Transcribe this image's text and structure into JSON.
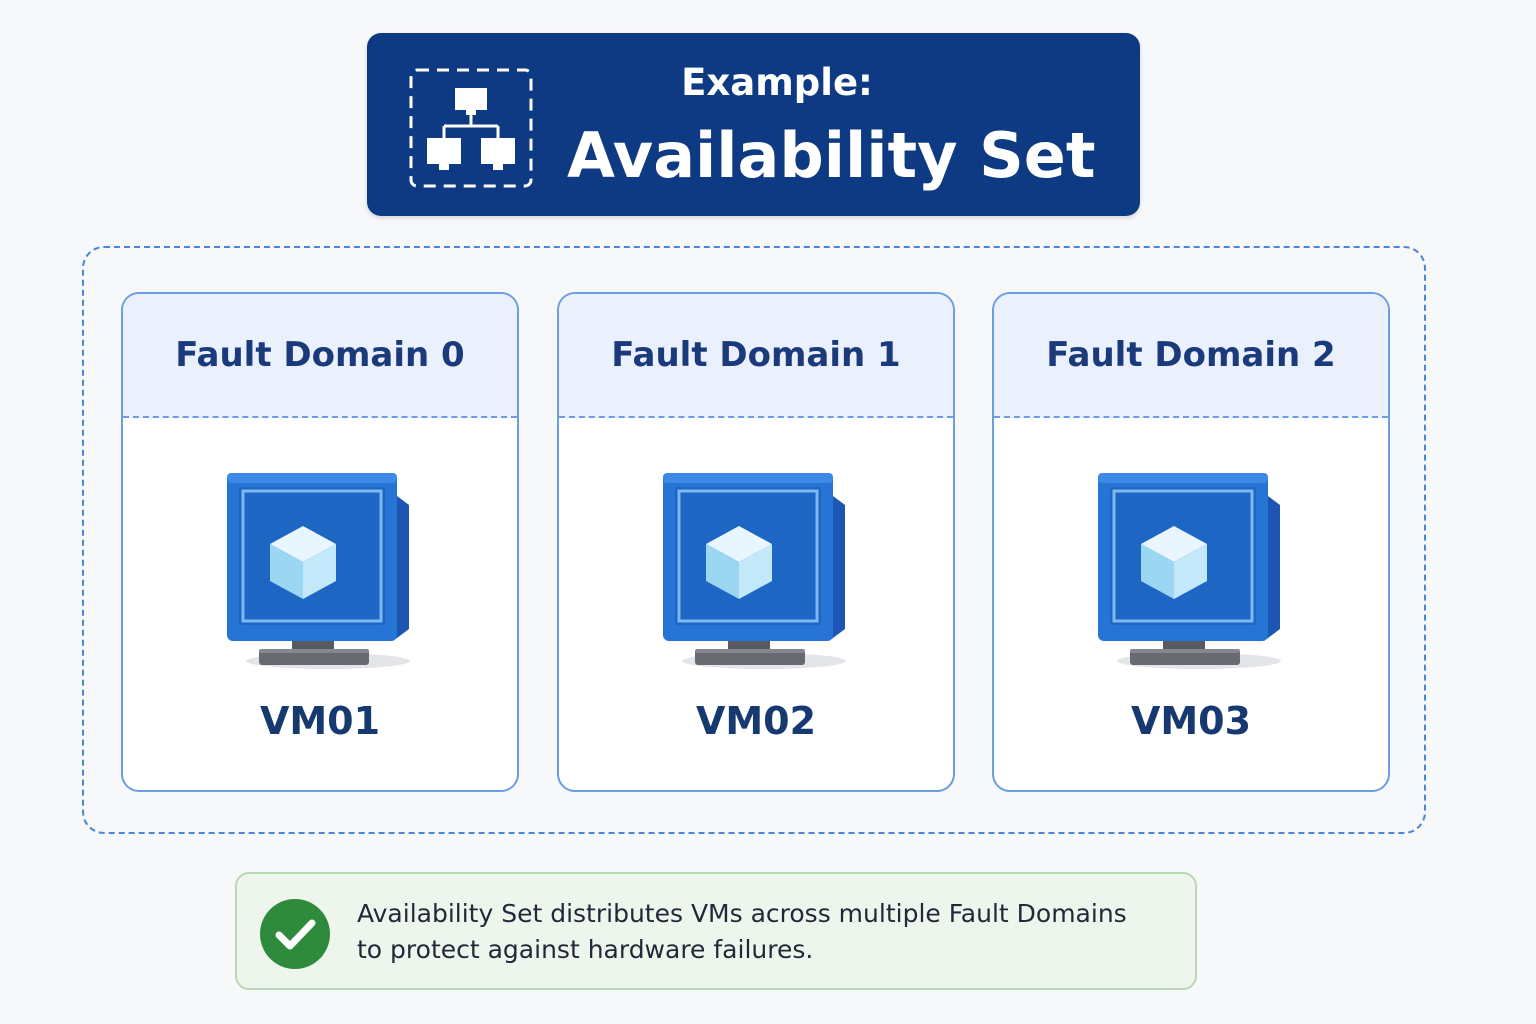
{
  "header": {
    "subtitle": "Example:",
    "title": "Availability Set",
    "icon": "hierarchy-network-icon"
  },
  "fault_domains": [
    {
      "label": "Fault Domain 0",
      "vm": "VM01",
      "icon": "virtual-machine-monitor-icon"
    },
    {
      "label": "Fault Domain 1",
      "vm": "VM02",
      "icon": "virtual-machine-monitor-icon"
    },
    {
      "label": "Fault Domain 2",
      "vm": "VM03",
      "icon": "virtual-machine-monitor-icon"
    }
  ],
  "note": {
    "line1": "Availability Set distributes VMs across multiple Fault Domains",
    "line2": "to protect against hardware failures.",
    "icon": "checkmark-circle-icon"
  },
  "colors": {
    "header_bg": "#0d3a82",
    "fault_domain_border": "#6a9ee0",
    "fault_domain_header_bg": "#eaf1fc",
    "text_navy": "#1a3a7c",
    "note_bg": "#eef5ec",
    "check_green": "#2e8b3c"
  }
}
